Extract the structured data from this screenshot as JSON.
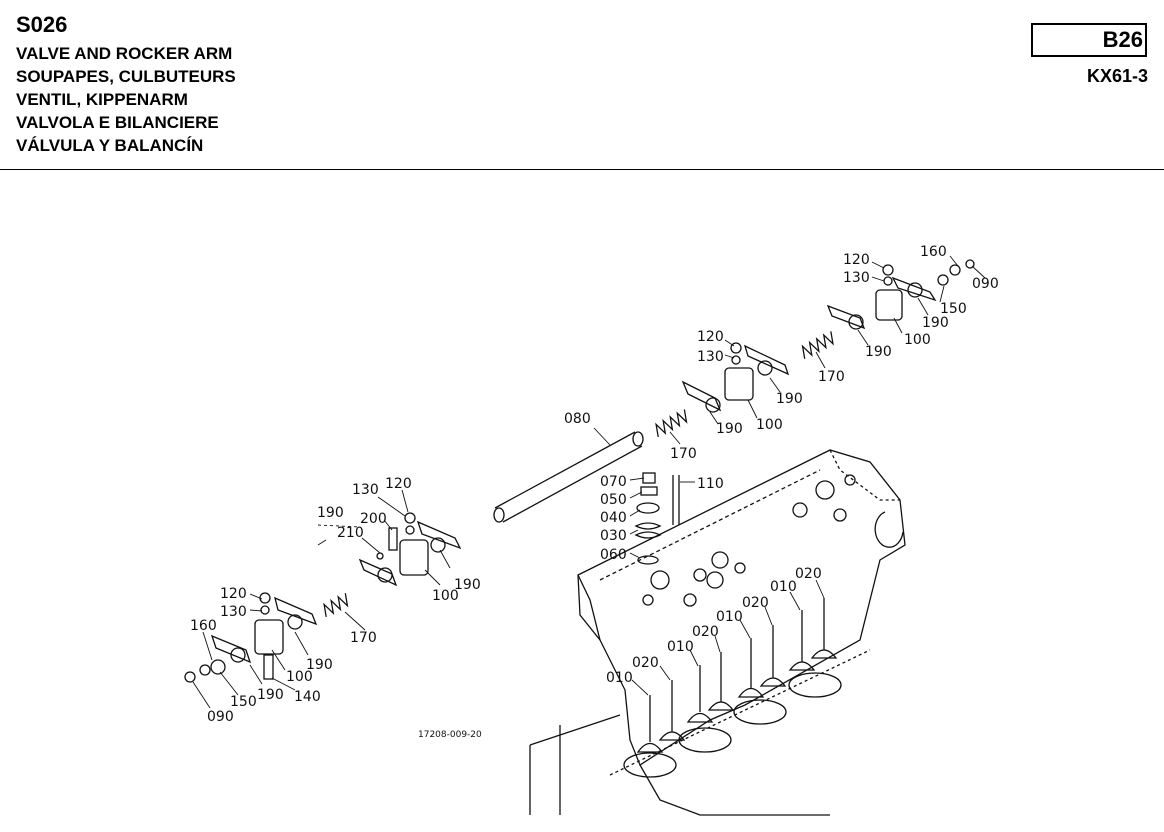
{
  "header": {
    "code": "S026",
    "titles": [
      "VALVE AND ROCKER ARM",
      "SOUPAPES, CULBUTEURS",
      "VENTIL, KIPPENARM",
      "VALVOLA E BILANCIERE",
      "VÁLVULA Y BALANCÍN"
    ],
    "badge": "B26",
    "model": "KX61-3"
  },
  "diagram": {
    "figure_number": "17208-009-20",
    "callouts": {
      "c160_top": "160",
      "c120_top": "120",
      "c130_top": "130",
      "c090_top": "090",
      "c150_top": "150",
      "c190_top": "190",
      "c100_top": "100",
      "c120_mid": "120",
      "c130_mid": "130",
      "c190_mid1": "190",
      "c170_mid": "170",
      "c190_mid2": "190",
      "c100_mid": "100",
      "c190_mid3": "190",
      "c080": "080",
      "c170_center": "170",
      "c070": "070",
      "c050": "050",
      "c040": "040",
      "c030": "030",
      "c060": "060",
      "c110": "110",
      "c130_left": "130",
      "c120_left": "120",
      "c190_left": "190",
      "c200": "200",
      "c210": "210",
      "c190_left2": "190",
      "c100_left": "100",
      "c120_bl": "120",
      "c130_bl": "130",
      "c170_bl": "170",
      "c160_bl": "160",
      "c190_bl": "190",
      "c100_bl": "100",
      "c190_bl2": "190",
      "c140": "140",
      "c150_bl": "150",
      "c090_bl": "090",
      "c020_a": "020",
      "c010_a": "010",
      "c020_b": "020",
      "c010_b": "010",
      "c020_c": "020",
      "c010_c": "010",
      "c020_d": "020",
      "c010_d": "010"
    }
  }
}
